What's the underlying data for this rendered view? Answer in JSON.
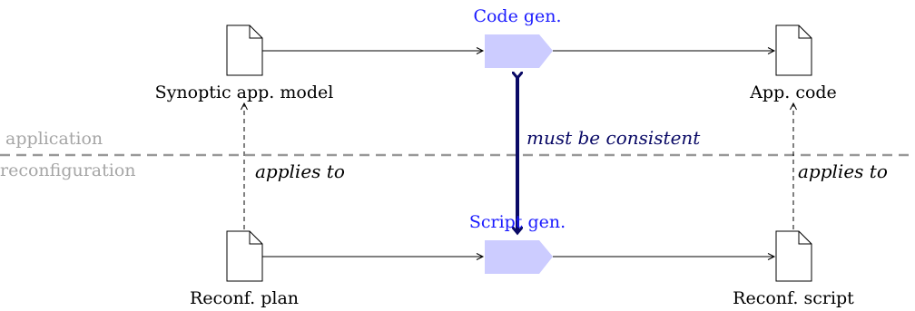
{
  "zones": {
    "upper": "application",
    "lower": "reconfiguration"
  },
  "nodes": {
    "synoptic_model": "Synoptic app. model",
    "app_code": "App. code",
    "reconf_plan": "Reconf. plan",
    "reconf_script": "Reconf. script"
  },
  "generators": {
    "code_gen": "Code gen.",
    "script_gen": "Script gen."
  },
  "relations": {
    "applies_to_left": "applies to",
    "applies_to_right": "applies to",
    "consistency": "must be consistent"
  },
  "colors": {
    "generator_fill": "#ccccff",
    "generator_label": "#1a1aff",
    "consistency_arrow": "#0a0a66",
    "separator": "#999999",
    "zone_label": "#a6a6a6"
  }
}
